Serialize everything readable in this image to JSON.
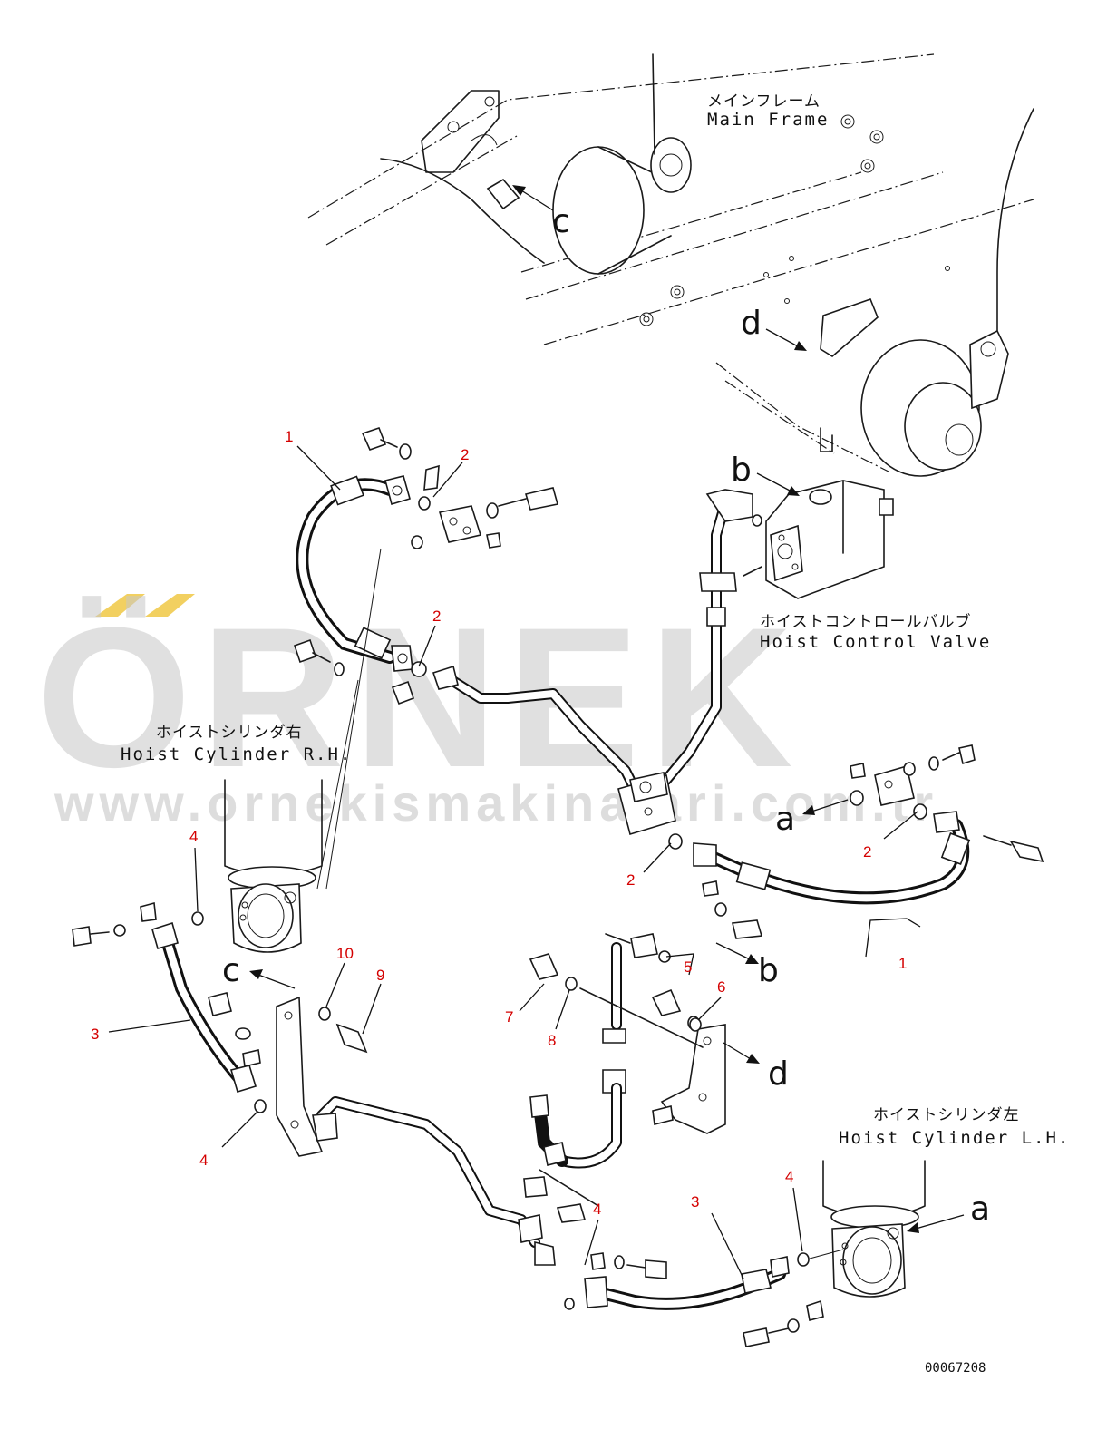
{
  "watermark": {
    "brand": "ÖRNEK",
    "url": "www.ornekismakinalari.com.tr",
    "accent_color": "#f2d060"
  },
  "labels": {
    "main_frame_jp": "メインフレーム",
    "main_frame_en": "Main Frame",
    "hoist_control_valve_jp": "ホイストコントロールバルブ",
    "hoist_control_valve_en": "Hoist Control Valve",
    "hoist_cylinder_rh_jp": "ホイストシリンダ右",
    "hoist_cylinder_rh_en": "Hoist Cylinder R.H.",
    "hoist_cylinder_lh_jp": "ホイストシリンダ左",
    "hoist_cylinder_lh_en": "Hoist Cylinder L.H."
  },
  "references": {
    "a1": "a",
    "a2": "a",
    "b1": "b",
    "b2": "b",
    "c1": "c",
    "c2": "c",
    "d1": "d",
    "d2": "d"
  },
  "callouts": {
    "p1_top": "1",
    "p2_top": "2",
    "p2_mid": "2",
    "p2_center": "2",
    "p2_right": "2",
    "p1_right": "1",
    "p4_rh_top": "4",
    "p3_left": "3",
    "p4_rh_bottom": "4",
    "p10": "10",
    "p9": "9",
    "p7": "7",
    "p8": "8",
    "p5": "5",
    "p6": "6",
    "p4_center": "4",
    "p3_bottom": "3",
    "p4_lh": "4"
  },
  "part_number": "00067208",
  "colors": {
    "callout": "#d40000",
    "line": "#1a1a1a",
    "watermark": "#c8c8c8"
  }
}
